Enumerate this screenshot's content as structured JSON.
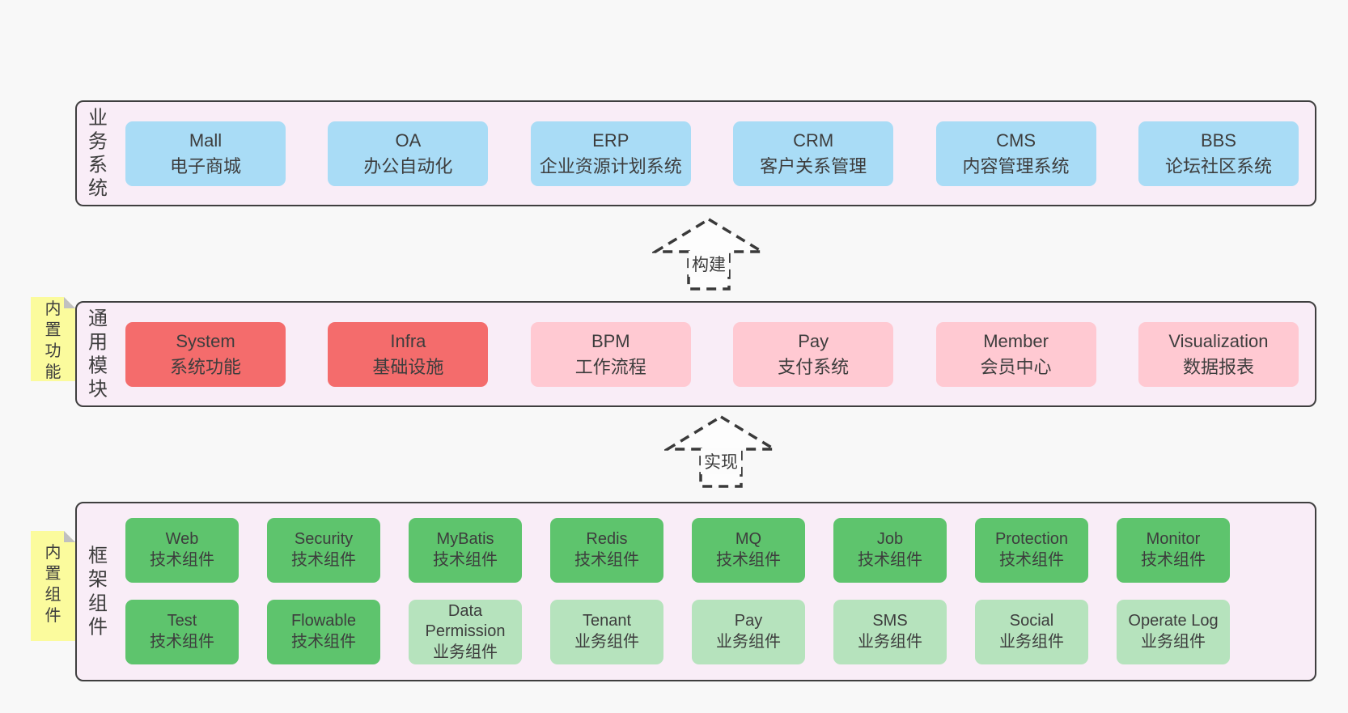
{
  "colors": {
    "page-bg": "#f8f8f8",
    "band-bg": "#f9edf7",
    "band-border": "#3f3f3f",
    "box-blue": "#a9dcf6",
    "box-red": "#f46c6c",
    "box-pink": "#ffc9d2",
    "box-green": "#5ec46d",
    "box-green-light": "#b6e3bd",
    "note-yellow": "#fbfb9d",
    "note-fold": "#c0c0c0",
    "text": "#3d3d3d"
  },
  "bands": {
    "business": {
      "label": "业务系统",
      "boxes": [
        {
          "en": "Mall",
          "zh": "电子商城"
        },
        {
          "en": "OA",
          "zh": "办公自动化"
        },
        {
          "en": "ERP",
          "zh": "企业资源计划系统"
        },
        {
          "en": "CRM",
          "zh": "客户关系管理"
        },
        {
          "en": "CMS",
          "zh": "内容管理系统"
        },
        {
          "en": "BBS",
          "zh": "论坛社区系统"
        }
      ]
    },
    "modules": {
      "label": "通用模块",
      "note": "内置功能",
      "boxes": [
        {
          "en": "System",
          "zh": "系统功能"
        },
        {
          "en": "Infra",
          "zh": "基础设施"
        },
        {
          "en": "BPM",
          "zh": "工作流程"
        },
        {
          "en": "Pay",
          "zh": "支付系统"
        },
        {
          "en": "Member",
          "zh": "会员中心"
        },
        {
          "en": "Visualization",
          "zh": "数据报表"
        }
      ]
    },
    "components": {
      "label": "框架组件",
      "note": "内置组件",
      "row1": [
        {
          "en": "Web",
          "zh": "技术组件"
        },
        {
          "en": "Security",
          "zh": "技术组件"
        },
        {
          "en": "MyBatis",
          "zh": "技术组件"
        },
        {
          "en": "Redis",
          "zh": "技术组件"
        },
        {
          "en": "MQ",
          "zh": "技术组件"
        },
        {
          "en": "Job",
          "zh": "技术组件"
        },
        {
          "en": "Protection",
          "zh": "技术组件"
        },
        {
          "en": "Monitor",
          "zh": "技术组件"
        }
      ],
      "row2": [
        {
          "en": "Test",
          "zh": "技术组件"
        },
        {
          "en": "Flowable",
          "zh": "技术组件"
        },
        {
          "en": "Data Permission",
          "zh": "业务组件"
        },
        {
          "en": "Tenant",
          "zh": "业务组件"
        },
        {
          "en": "Pay",
          "zh": "业务组件"
        },
        {
          "en": "SMS",
          "zh": "业务组件"
        },
        {
          "en": "Social",
          "zh": "业务组件"
        },
        {
          "en": "Operate Log",
          "zh": "业务组件"
        }
      ]
    }
  },
  "arrows": {
    "build": {
      "label": "构建"
    },
    "implement": {
      "label": "实现"
    }
  }
}
